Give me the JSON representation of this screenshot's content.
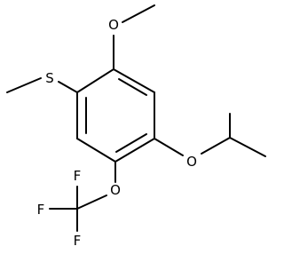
{
  "molecule": {
    "atoms": {
      "o_methoxy": "O",
      "s_methylthio": "S",
      "o_isopropoxy": "O",
      "o_trifluoromethoxy": "O",
      "f_top": "F",
      "f_left": "F",
      "f_bottom": "F"
    }
  }
}
